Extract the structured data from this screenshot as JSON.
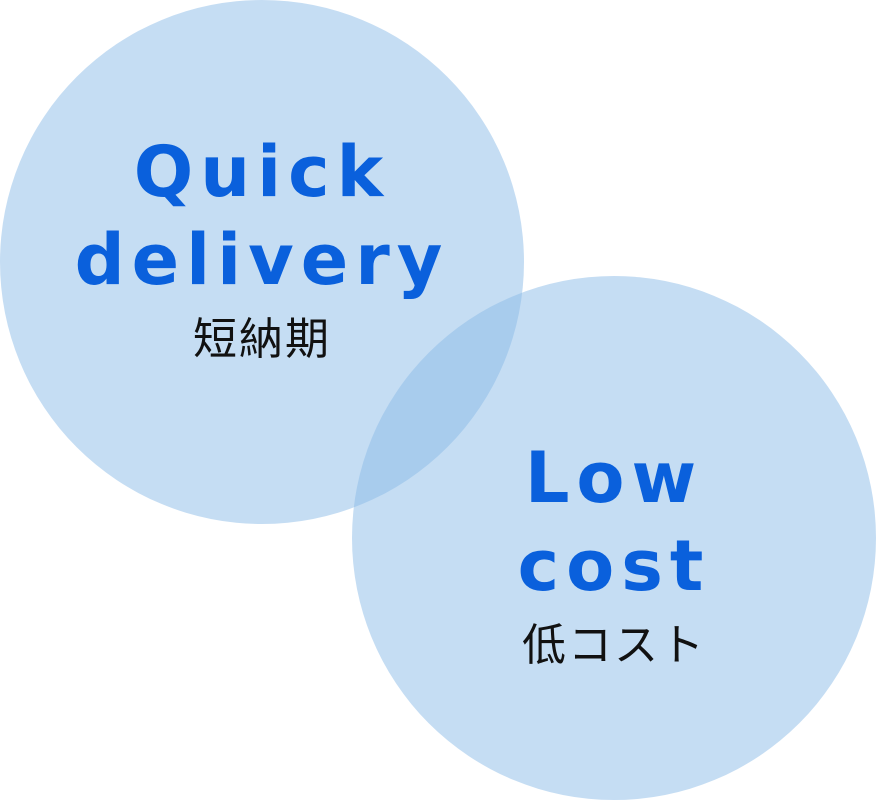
{
  "colors": {
    "circle_fill": "#8bbbe8",
    "english_text": "#0a60dc",
    "japanese_text": "#111111",
    "background": "#ffffff"
  },
  "circles": [
    {
      "title_line1": "Quick",
      "title_line2": "delivery",
      "subtitle": "短納期"
    },
    {
      "title_line1": "Low",
      "title_line2": "cost",
      "subtitle": "低コスト"
    }
  ]
}
